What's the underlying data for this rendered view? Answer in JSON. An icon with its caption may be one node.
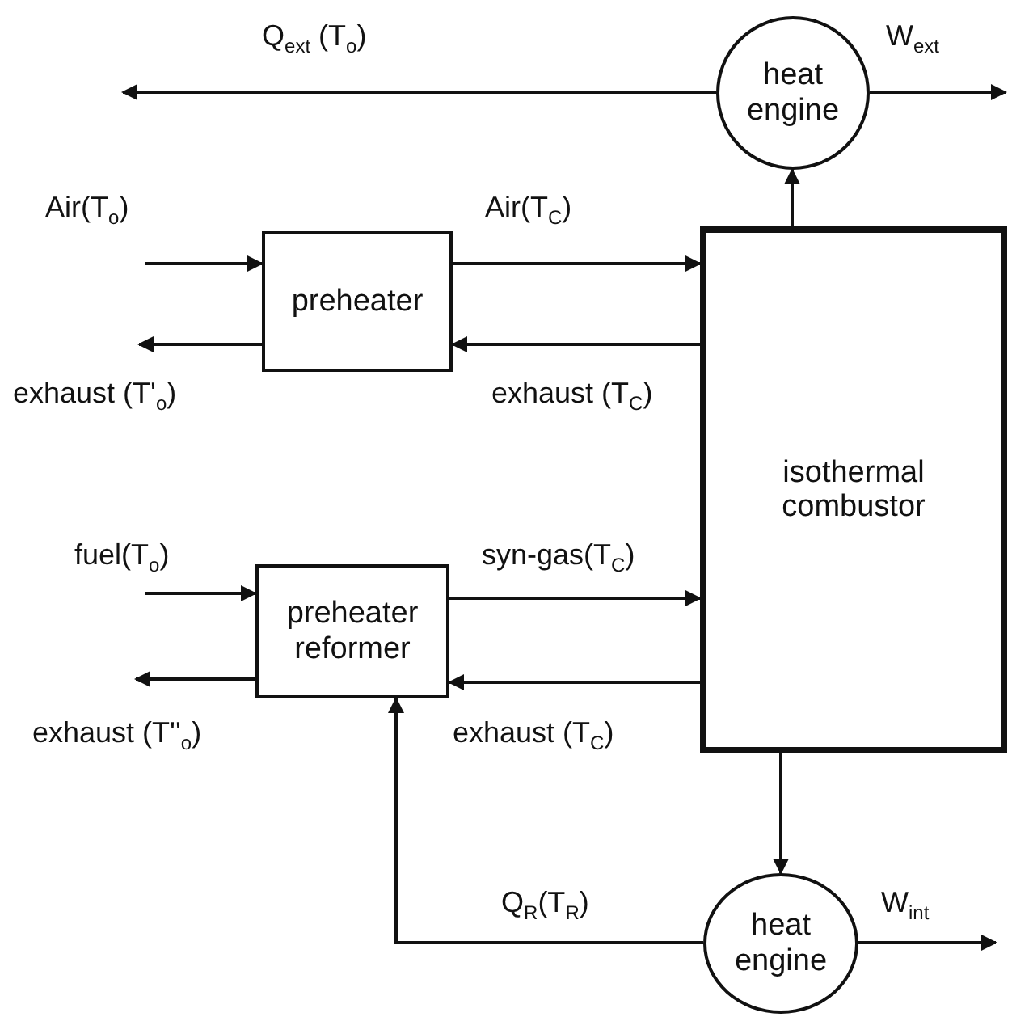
{
  "diagram": {
    "nodes": [
      {
        "text": [
          "heat engine"
        ]
      },
      {
        "text": [
          "preheater"
        ]
      },
      {
        "text": [
          "isothermal combustor"
        ]
      },
      {
        "text": [
          "preheater reformer"
        ]
      },
      {
        "text": [
          "heat engine"
        ]
      }
    ],
    "edges": [
      {
        "from": null,
        "to": 1,
        "arrow": "to",
        "label": "Air(T$_{o}$)"
      },
      {
        "from": 1,
        "to": null,
        "arrow": "to",
        "label": "exhaust (T'$_{o}$)"
      },
      {
        "from": 1,
        "to": 2,
        "arrow": "to",
        "label": "Air(T$_{C}$)"
      },
      {
        "from": 2,
        "to": 1,
        "arrow": "to",
        "label": "exhaust (T$_{C}$)"
      },
      {
        "from": null,
        "to": 3,
        "arrow": "to",
        "label": "fuel(T$_{o}$)"
      },
      {
        "from": 3,
        "to": null,
        "arrow": "to",
        "label": "exhaust (T''$_{o}$)"
      },
      {
        "from": 3,
        "to": 2,
        "arrow": "to",
        "label": "syn-gas(T$_{C}$)"
      },
      {
        "from": 2,
        "to": 3,
        "arrow": "to",
        "label": "exhaust (T$_{C}$)"
      },
      {
        "from": 2,
        "to": 0,
        "arrow": "to"
      },
      {
        "from": 0,
        "to": null,
        "arrow": "to",
        "label": "Q$_{ext}$ (T$_{o}$)"
      },
      {
        "from": 0,
        "to": null,
        "arrow": "to",
        "label": "W$_{ext}$"
      },
      {
        "from": 2,
        "to": 4,
        "arrow": "to"
      },
      {
        "from": 4,
        "to": 3,
        "arrow": "to",
        "label": "Q$_{R}$(T$_{R}$)"
      },
      {
        "from": 4,
        "to": null,
        "arrow": "to",
        "label": "W$_{int}$"
      }
    ]
  }
}
